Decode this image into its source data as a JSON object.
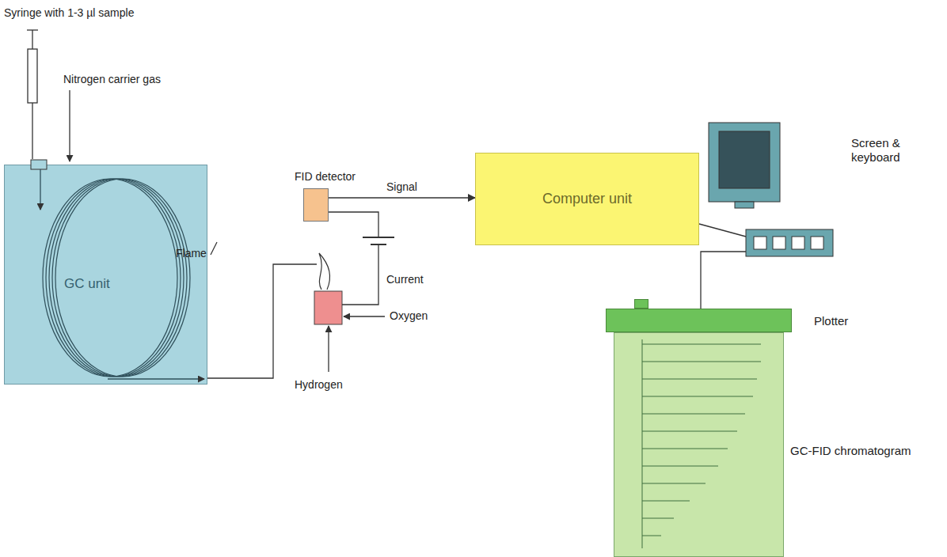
{
  "diagram": {
    "nodes": [
      {
        "text": [
          "GC unit"
        ]
      },
      {
        "text": [
          "FID detector"
        ]
      },
      {
        "text": [
          "Computer unit"
        ]
      },
      {
        "text": [
          "Screen & keyboard"
        ]
      },
      {
        "text": [
          "Plotter"
        ]
      },
      {
        "text": [
          "GC-FID chromatogram"
        ]
      }
    ],
    "edges": [
      {
        "from": 1,
        "to": 2,
        "arrow": "to",
        "label": "Signal"
      },
      {
        "from": 2,
        "to": 3,
        "arrow": "none"
      },
      {
        "from": 3,
        "to": 4,
        "arrow": "none"
      }
    ],
    "labels": [
      "Syringe with 1-3 µl sample",
      "Nitrogen carrier gas",
      "Flame",
      "Current",
      "Oxygen",
      "Hydrogen"
    ]
  }
}
